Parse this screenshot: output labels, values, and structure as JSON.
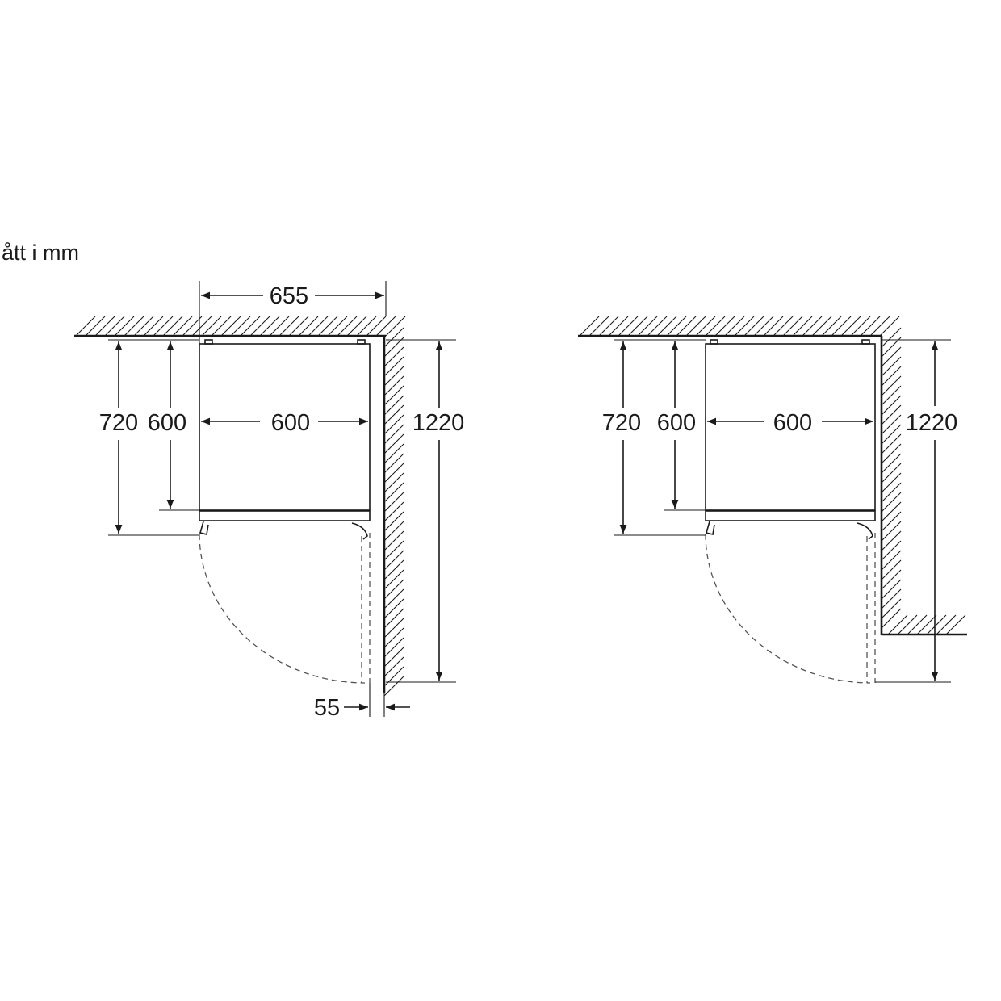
{
  "caption": "ått i mm",
  "left_drawing": {
    "width_total": "655",
    "depth_with_door": "720",
    "depth_body": "600",
    "width_body": "600",
    "height_total": "1220",
    "wall_gap": "55"
  },
  "right_drawing": {
    "depth_with_door": "720",
    "depth_body": "600",
    "width_body": "600",
    "height_total": "1220"
  }
}
